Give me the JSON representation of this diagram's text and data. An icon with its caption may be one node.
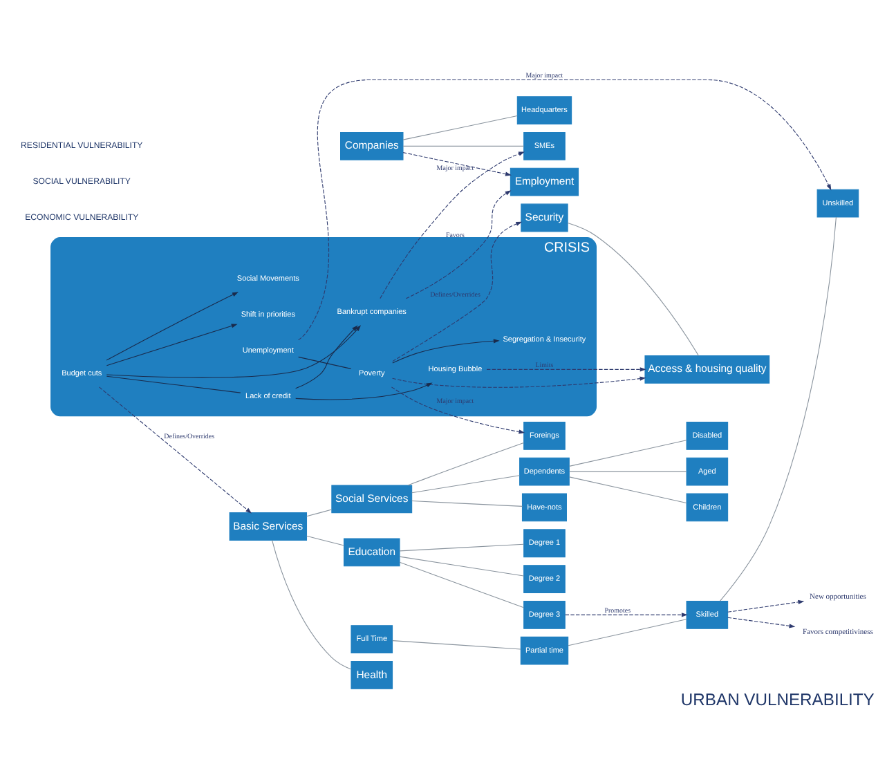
{
  "diagram": {
    "title": "URBAN VULNERABILITY",
    "nodes": [
      {
        "text": [
          "Companies"
        ]
      },
      {
        "text": [
          "Headquarters"
        ]
      },
      {
        "text": [
          "SMEs"
        ]
      },
      {
        "text": [
          "Employment"
        ]
      },
      {
        "text": [
          "Full Time"
        ]
      },
      {
        "text": [
          "Partial time"
        ]
      },
      {
        "text": [
          "Skilled"
        ]
      },
      {
        "text": [
          "Unskilled"
        ]
      },
      {
        "text": [
          "Basic Services"
        ]
      },
      {
        "text": [
          "Health"
        ]
      },
      {
        "text": [
          "Education"
        ]
      },
      {
        "text": [
          "Degree 1"
        ]
      },
      {
        "text": [
          "Degree 2"
        ]
      },
      {
        "text": [
          "Degree 3"
        ]
      },
      {
        "text": [
          "Social Services"
        ]
      },
      {
        "text": [
          "Dependents"
        ]
      },
      {
        "text": [
          "Have-nots"
        ]
      },
      {
        "text": [
          "Foreings"
        ]
      },
      {
        "text": [
          "Aged"
        ]
      },
      {
        "text": [
          "Children"
        ]
      },
      {
        "text": [
          "Disabled"
        ]
      },
      {
        "text": [
          "CRISIS"
        ]
      },
      {
        "text": [
          "Bankrupt companies"
        ],
        "in": 21
      },
      {
        "text": [
          "Budget cuts"
        ],
        "in": 21
      },
      {
        "text": [
          "Poverty"
        ],
        "in": 21
      },
      {
        "text": [
          "Segregation & Insecurity"
        ],
        "in": 21
      },
      {
        "text": [
          "Unemployment"
        ],
        "in": 21
      },
      {
        "text": [
          "Lack of credit"
        ],
        "in": 21
      },
      {
        "text": [
          "Housing Bubble"
        ],
        "in": 21
      },
      {
        "text": [
          "Shift in priorities"
        ],
        "in": 21
      },
      {
        "text": [
          "Social Movements"
        ],
        "in": 21
      },
      {
        "text": [
          "Security"
        ]
      },
      {
        "text": [
          "Access & housing quality"
        ]
      },
      {
        "text": [
          "Favors competitiviness"
        ]
      },
      {
        "text": [
          "New opportunities"
        ]
      }
    ],
    "edges": [
      {
        "from": 0,
        "to": 1,
        "arrow": "none"
      },
      {
        "from": 0,
        "to": 2,
        "arrow": "none"
      },
      {
        "from": 0,
        "to": 3,
        "arrow": "to",
        "style": "dashed",
        "color": "#2e3a6e"
      },
      {
        "from": 4,
        "to": 5,
        "arrow": "none"
      },
      {
        "from": 5,
        "to": 6,
        "arrow": "none"
      },
      {
        "from": 6,
        "to": 7,
        "arrow": "none"
      },
      {
        "from": 8,
        "to": 9,
        "arrow": "none"
      },
      {
        "from": 8,
        "to": 10,
        "arrow": "none"
      },
      {
        "from": 8,
        "to": 14,
        "arrow": "none"
      },
      {
        "from": 10,
        "to": 11,
        "arrow": "none"
      },
      {
        "from": 10,
        "to": 12,
        "arrow": "none"
      },
      {
        "from": 10,
        "to": 13,
        "arrow": "none"
      },
      {
        "from": 14,
        "to": 15,
        "arrow": "none"
      },
      {
        "from": 14,
        "to": 16,
        "arrow": "none"
      },
      {
        "from": 14,
        "to": 17,
        "arrow": "none"
      },
      {
        "from": 15,
        "to": 18,
        "arrow": "none"
      },
      {
        "from": 15,
        "to": 19,
        "arrow": "none"
      },
      {
        "from": 15,
        "to": 20,
        "arrow": "none"
      },
      {
        "from": 13,
        "to": 6,
        "label": "Promotes",
        "arrow": "to",
        "style": "dashed",
        "color": "#2e3a6e"
      },
      {
        "from": 6,
        "to": 33,
        "arrow": "to",
        "style": "dashed",
        "color": "#2e3a6e"
      },
      {
        "from": 6,
        "to": 34,
        "arrow": "to",
        "style": "dashed",
        "color": "#2e3a6e"
      },
      {
        "from": 23,
        "to": 8,
        "label": "Defines/Overrides",
        "arrow": "to",
        "style": "dashed",
        "color": "#2e3a6e"
      },
      {
        "from": 24,
        "to": 17,
        "label": "Major impact",
        "arrow": "to",
        "style": "dashed",
        "color": "#2e3a6e"
      },
      {
        "from": 22,
        "to": 3,
        "label": "Favors",
        "arrow": "to",
        "style": "dashed",
        "color": "#2e3a6e"
      },
      {
        "from": 22,
        "to": 2,
        "label": "Major impact",
        "arrow": "to",
        "style": "dashed",
        "color": "#2e3a6e"
      },
      {
        "from": 26,
        "to": 7,
        "label": "Major impact",
        "arrow": "to",
        "style": "dashed",
        "color": "#2e3a6e"
      },
      {
        "from": 23,
        "to": 22,
        "arrow": "to",
        "color": "#1a2b4c"
      },
      {
        "from": 23,
        "to": 27,
        "arrow": "none",
        "color": "#1a2b4c"
      },
      {
        "from": 23,
        "to": 29,
        "arrow": "to",
        "color": "#1a2b4c"
      },
      {
        "from": 23,
        "to": 30,
        "arrow": "to",
        "color": "#1a2b4c"
      },
      {
        "from": 26,
        "to": 24,
        "arrow": "none",
        "color": "#1a2b4c"
      },
      {
        "from": 24,
        "to": 25,
        "arrow": "to",
        "color": "#1a2b4c"
      },
      {
        "from": 27,
        "to": 22,
        "arrow": "to",
        "color": "#1a2b4c"
      },
      {
        "from": 27,
        "to": 28,
        "arrow": "to",
        "color": "#1a2b4c"
      },
      {
        "from": 24,
        "to": 31,
        "label": "Defines/Overrides",
        "arrow": "to",
        "style": "dashed",
        "color": "#2e3a6e"
      },
      {
        "from": 24,
        "to": 32,
        "arrow": "to",
        "style": "dashed",
        "color": "#2e3a6e"
      },
      {
        "from": 28,
        "to": 32,
        "label": "Limits",
        "arrow": "to",
        "style": "dashed",
        "color": "#2e3a6e"
      },
      {
        "from": 31,
        "to": 32,
        "arrow": "none"
      }
    ],
    "labels": [
      "ECONOMIC VULNERABILITY",
      "SOCIAL VULNERABILITY",
      "RESIDENTIAL VULNERABILITY"
    ]
  }
}
